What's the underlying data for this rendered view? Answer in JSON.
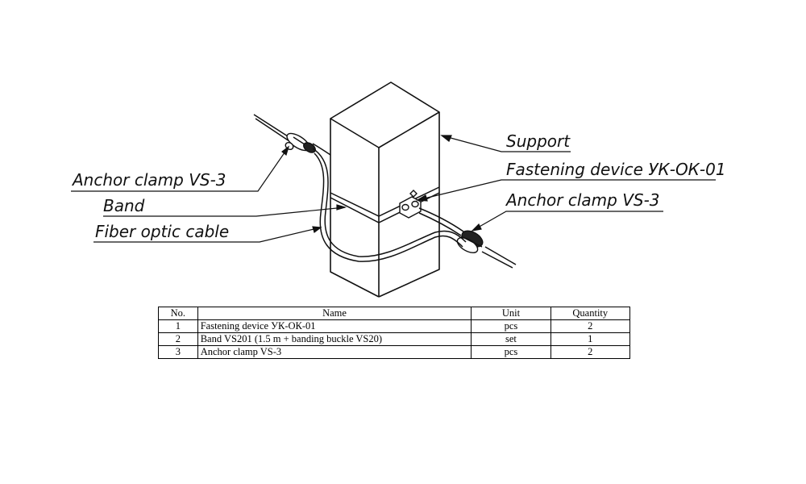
{
  "labels": {
    "support": "Support",
    "fastening_device": "Fastening device УК-ОК-01",
    "anchor_clamp_right": "Anchor clamp VS-3",
    "anchor_clamp_left": "Anchor clamp VS-3",
    "band": "Band",
    "fiber_optic_cable": "Fiber optic cable"
  },
  "table": {
    "headers": [
      "No.",
      "Name",
      "Unit",
      "Quantity"
    ],
    "rows": [
      {
        "no": "1",
        "name": "Fastening device УК-ОК-01",
        "unit": "pcs",
        "qty": "2"
      },
      {
        "no": "2",
        "name": "Band VS201 (1.5 m + banding buckle VS20)",
        "unit": "set",
        "qty": "1"
      },
      {
        "no": "3",
        "name": "Anchor clamp VS-3",
        "unit": "pcs",
        "qty": "2"
      }
    ]
  }
}
